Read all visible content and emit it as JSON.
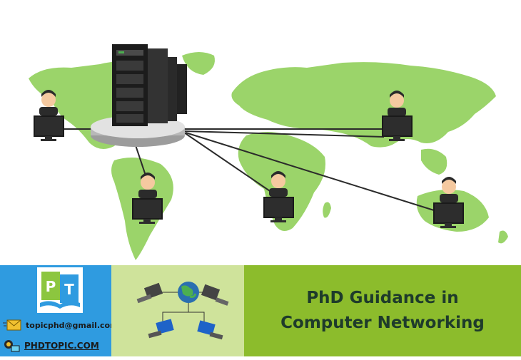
{
  "banner": {
    "headline_line1": "PhD Guidance in",
    "headline_line2": "Computer Networking",
    "email": "topicphd@gmail.com",
    "website": "PHDTOPIC.COM",
    "logo_letters": [
      "P",
      "T"
    ]
  },
  "colors": {
    "map_green": "#9bd46a",
    "panel_blue": "#2f9be0",
    "panel_light_green": "#cfe39b",
    "panel_green": "#8cbc2c",
    "headline_text": "#1e3b2b"
  },
  "icons": [
    "server-rack-icon",
    "operator-icon",
    "monitor-icon",
    "globe-icon",
    "email-icon",
    "web-icon"
  ]
}
